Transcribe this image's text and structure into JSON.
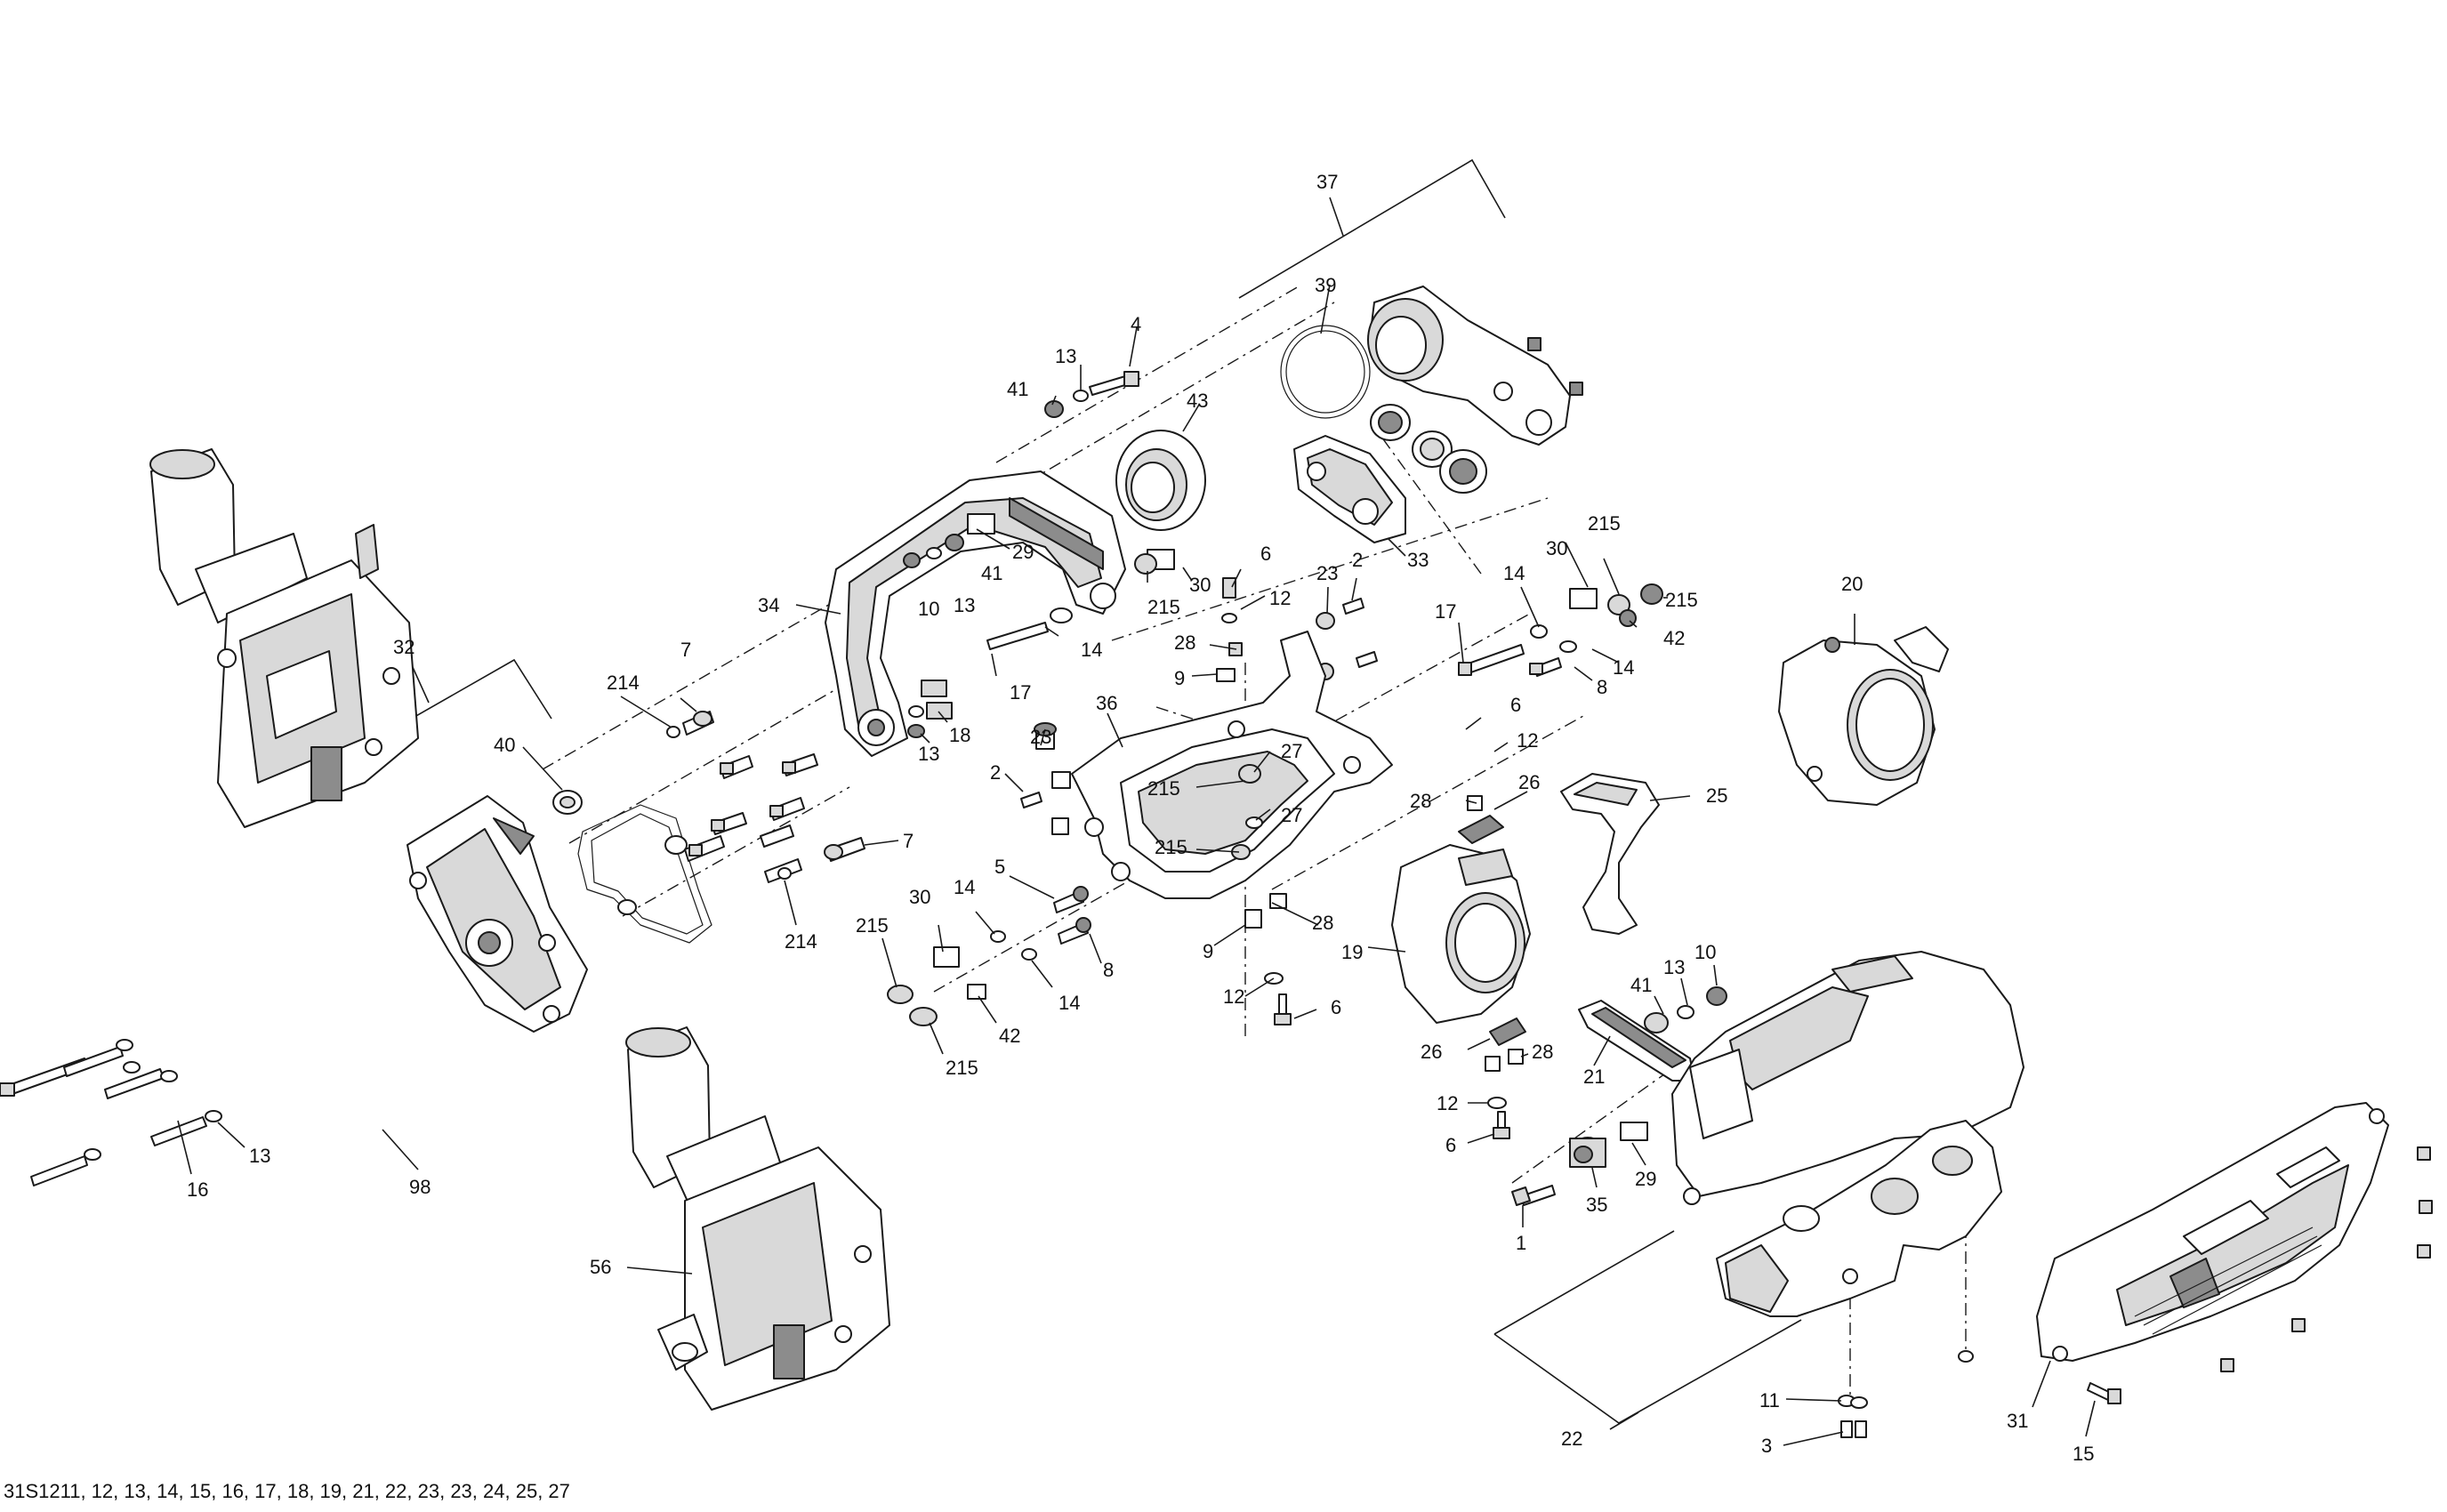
{
  "callouts": [
    {
      "id": "c37",
      "text": "37"
    },
    {
      "id": "c39",
      "text": "39"
    },
    {
      "id": "c4",
      "text": "4"
    },
    {
      "id": "c13a",
      "text": "13"
    },
    {
      "id": "c41a",
      "text": "41"
    },
    {
      "id": "c43",
      "text": "43"
    },
    {
      "id": "c29",
      "text": "29"
    },
    {
      "id": "c41b",
      "text": "41"
    },
    {
      "id": "c10a",
      "text": "10"
    },
    {
      "id": "c13b",
      "text": "13"
    },
    {
      "id": "c33",
      "text": "33"
    },
    {
      "id": "c30a",
      "text": "30"
    },
    {
      "id": "c215a",
      "text": "215"
    },
    {
      "id": "c6a",
      "text": "6"
    },
    {
      "id": "c12a",
      "text": "12"
    },
    {
      "id": "c23a",
      "text": "23"
    },
    {
      "id": "c2a",
      "text": "2"
    },
    {
      "id": "c34",
      "text": "34"
    },
    {
      "id": "c14a",
      "text": "14"
    },
    {
      "id": "c28a",
      "text": "28"
    },
    {
      "id": "c17a",
      "text": "17"
    },
    {
      "id": "c9a",
      "text": "9"
    },
    {
      "id": "c18",
      "text": "18"
    },
    {
      "id": "c13c",
      "text": "13"
    },
    {
      "id": "c215b",
      "text": "215"
    },
    {
      "id": "c30b",
      "text": "30"
    },
    {
      "id": "c14b",
      "text": "14"
    },
    {
      "id": "c215c",
      "text": "215"
    },
    {
      "id": "c17b",
      "text": "17"
    },
    {
      "id": "c42a",
      "text": "42"
    },
    {
      "id": "c8a",
      "text": "8"
    },
    {
      "id": "c14c",
      "text": "14"
    },
    {
      "id": "c20",
      "text": "20"
    },
    {
      "id": "c32",
      "text": "32"
    },
    {
      "id": "c7a",
      "text": "7"
    },
    {
      "id": "c214a",
      "text": "214"
    },
    {
      "id": "c40",
      "text": "40"
    },
    {
      "id": "c36",
      "text": "36"
    },
    {
      "id": "c23b",
      "text": "23"
    },
    {
      "id": "c2b",
      "text": "2"
    },
    {
      "id": "c27a",
      "text": "27"
    },
    {
      "id": "c215d",
      "text": "215"
    },
    {
      "id": "c27b",
      "text": "27"
    },
    {
      "id": "c6b",
      "text": "6"
    },
    {
      "id": "c12b",
      "text": "12"
    },
    {
      "id": "c26a",
      "text": "26"
    },
    {
      "id": "c28b",
      "text": "28"
    },
    {
      "id": "c25",
      "text": "25"
    },
    {
      "id": "c7b",
      "text": "7"
    },
    {
      "id": "c215e",
      "text": "215"
    },
    {
      "id": "c214b",
      "text": "214"
    },
    {
      "id": "c5",
      "text": "5"
    },
    {
      "id": "c30c",
      "text": "30"
    },
    {
      "id": "c14d",
      "text": "14"
    },
    {
      "id": "c215f",
      "text": "215"
    },
    {
      "id": "c28c",
      "text": "28"
    },
    {
      "id": "c19",
      "text": "19"
    },
    {
      "id": "c8b",
      "text": "8"
    },
    {
      "id": "c9b",
      "text": "9"
    },
    {
      "id": "c14e",
      "text": "14"
    },
    {
      "id": "c12c",
      "text": "12"
    },
    {
      "id": "c6c",
      "text": "6"
    },
    {
      "id": "c42b",
      "text": "42"
    },
    {
      "id": "c215g",
      "text": "215"
    },
    {
      "id": "c41c",
      "text": "41"
    },
    {
      "id": "c13d",
      "text": "13"
    },
    {
      "id": "c10b",
      "text": "10"
    },
    {
      "id": "c26b",
      "text": "26"
    },
    {
      "id": "c28d",
      "text": "28"
    },
    {
      "id": "c21",
      "text": "21"
    },
    {
      "id": "c12d",
      "text": "12"
    },
    {
      "id": "c6d",
      "text": "6"
    },
    {
      "id": "c29b",
      "text": "29"
    },
    {
      "id": "c35",
      "text": "35"
    },
    {
      "id": "c1",
      "text": "1"
    },
    {
      "id": "c98",
      "text": "98"
    },
    {
      "id": "c16",
      "text": "16"
    },
    {
      "id": "c13e",
      "text": "13"
    },
    {
      "id": "c56",
      "text": "56"
    },
    {
      "id": "c22",
      "text": "22"
    },
    {
      "id": "c11",
      "text": "11"
    },
    {
      "id": "c3",
      "text": "3"
    },
    {
      "id": "c31",
      "text": "31"
    },
    {
      "id": "c15",
      "text": "15"
    }
  ],
  "footer": {
    "text": "31S1211, 12, 13, 14, 15, 16, 17, 18, 19, 21, 22, 23, 23, 24, 25, 27"
  }
}
